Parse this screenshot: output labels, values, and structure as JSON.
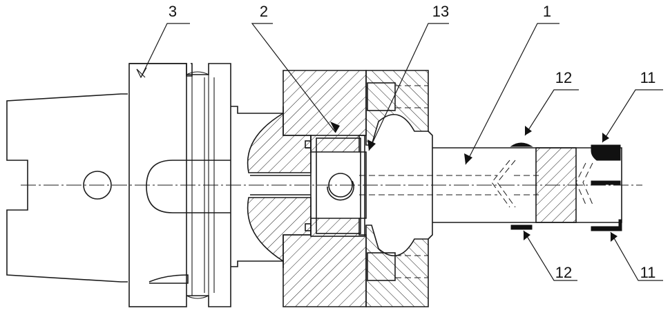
{
  "callouts": [
    {
      "id": "callout-3",
      "label": "3"
    },
    {
      "id": "callout-2",
      "label": "2"
    },
    {
      "id": "callout-13",
      "label": "13"
    },
    {
      "id": "callout-1",
      "label": "1"
    },
    {
      "id": "callout-12-top",
      "label": "12"
    },
    {
      "id": "callout-11-top",
      "label": "11"
    },
    {
      "id": "callout-12-bottom",
      "label": "12"
    },
    {
      "id": "callout-11-bottom",
      "label": "11"
    }
  ],
  "colors": {
    "line": "#1a1a1a",
    "background": "#ffffff"
  }
}
